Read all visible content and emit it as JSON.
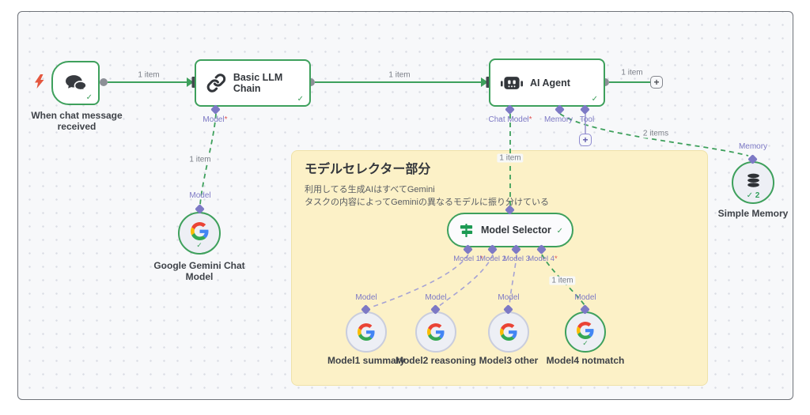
{
  "colors": {
    "node_green": "#3ea05c",
    "port_purple": "#7d79c5",
    "required_red": "#e05252",
    "sticky_bg": "#fcf1c7",
    "canvas_bg": "#f7f8fa",
    "lightning_orange": "#e4573f"
  },
  "nodes": {
    "chat_trigger": {
      "title": "When chat message received"
    },
    "basic_llm_chain": {
      "title": "Basic LLM Chain",
      "model_port": {
        "label": "Model",
        "required": "*"
      }
    },
    "ai_agent": {
      "title": "AI Agent",
      "ports": {
        "chat_model": {
          "label": "Chat Model",
          "required": "*"
        },
        "memory": {
          "label": "Memory",
          "required": ""
        },
        "tool": {
          "label": "Tool",
          "required": ""
        }
      }
    },
    "model_selector": {
      "title": "Model Selector",
      "outputs": {
        "m1": {
          "label": "Model 1",
          "required": "*"
        },
        "m2": {
          "label": "Model 2",
          "required": ""
        },
        "m3": {
          "label": "Model 3",
          "required": ""
        },
        "m4": {
          "label": "Model 4",
          "required": "*"
        }
      }
    },
    "gemini_chat_model": {
      "title": "Google Gemini Chat Model",
      "port": "Model"
    },
    "model1": {
      "title": "Model1 summary",
      "port": "Model"
    },
    "model2": {
      "title": "Model2 reasoning",
      "port": "Model"
    },
    "model3": {
      "title": "Model3 other",
      "port": "Model"
    },
    "model4": {
      "title": "Model4 notmatch",
      "port": "Model"
    },
    "simple_memory": {
      "title": "Simple Memory",
      "port": "Memory",
      "badge_count": "2"
    }
  },
  "sticky_note": {
    "title": "モデルセレクター部分",
    "body_line1": "利用してる生成AIはすべてGemini",
    "body_line2": "タスクの内容によってGeminiの異なるモデルに振り分けている"
  },
  "connection_labels": {
    "trigger_to_chain": "1 item",
    "chain_to_agent": "1 item",
    "agent_output": "1 item",
    "chain_to_gemini": "1 item",
    "agent_to_selector": "1 item",
    "agent_to_memory": "2 items",
    "selector_to_model4": "1 item"
  }
}
